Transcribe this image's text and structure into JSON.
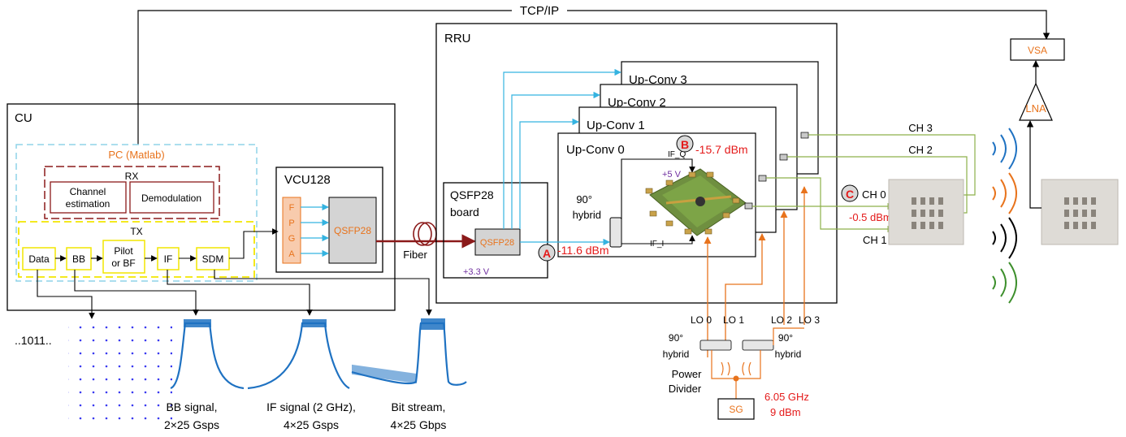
{
  "top_link": "TCP/IP",
  "cu": {
    "title": "CU",
    "pc": "PC (Matlab)",
    "rx": "RX",
    "channel_est_1": "Channel",
    "channel_est_2": "estimation",
    "demod": "Demodulation",
    "tx": "TX",
    "data": "Data",
    "bb": "BB",
    "pilot_1": "Pilot",
    "pilot_2": "or BF",
    "if": "IF",
    "sdm": "SDM"
  },
  "vcu": {
    "title": "VCU128",
    "fpga": [
      "F",
      "P",
      "G",
      "A"
    ],
    "qsfp": "QSFP28"
  },
  "fiber": "Fiber",
  "rru": {
    "title": "RRU",
    "board_1": "QSFP28",
    "board_2": "board",
    "qsfp": "QSFP28",
    "supply": "+3.3 V",
    "upconv": [
      "Up-Conv 0",
      "Up-Conv 1",
      "Up-Conv 2",
      "Up-Conv 3"
    ],
    "hybrid_1": "90°",
    "hybrid_2": "hybrid",
    "if_q": "IF_Q",
    "if_i": "IF_I",
    "pcb_supply": "+5 V",
    "power_a": "-11.6 dBm",
    "power_b": "-15.7 dBm"
  },
  "markers": {
    "a": "A",
    "b": "B",
    "c": "C"
  },
  "channels": {
    "ch3": "CH 3",
    "ch2": "CH 2",
    "ch0": "CH 0",
    "ch1": "CH 1",
    "ch0_power": "-0.5 dBm"
  },
  "lo": {
    "labels": [
      "LO 0",
      "LO 1",
      "LO 2",
      "LO 3"
    ],
    "hybrid_1": "90°",
    "hybrid_2": "hybrid",
    "divider_1": "Power",
    "divider_2": "Divider",
    "sg": "SG",
    "sg_freq": "6.05 GHz",
    "sg_power": "9 dBm"
  },
  "rx_chain": {
    "vsa": "VSA",
    "lna": "LNA"
  },
  "bottom": {
    "bits": "..1011..",
    "bb_1": "BB signal,",
    "bb_2": "2×25 Gsps",
    "if_1": "IF signal (2 GHz),",
    "if_2": "4×25 Gsps",
    "bs_1": "Bit stream,",
    "bs_2": "4×25 Gbps"
  },
  "colors": {
    "orange": "#e8731c",
    "red": "#e41a1a",
    "purple": "#7030a0",
    "cyan": "#35b3e0",
    "green": "#8db04a",
    "maroon": "#8b1a1a",
    "yellow": "#f2e600",
    "dashed_blue": "#8fd3e8",
    "blue_trace": "#1f72c2"
  }
}
